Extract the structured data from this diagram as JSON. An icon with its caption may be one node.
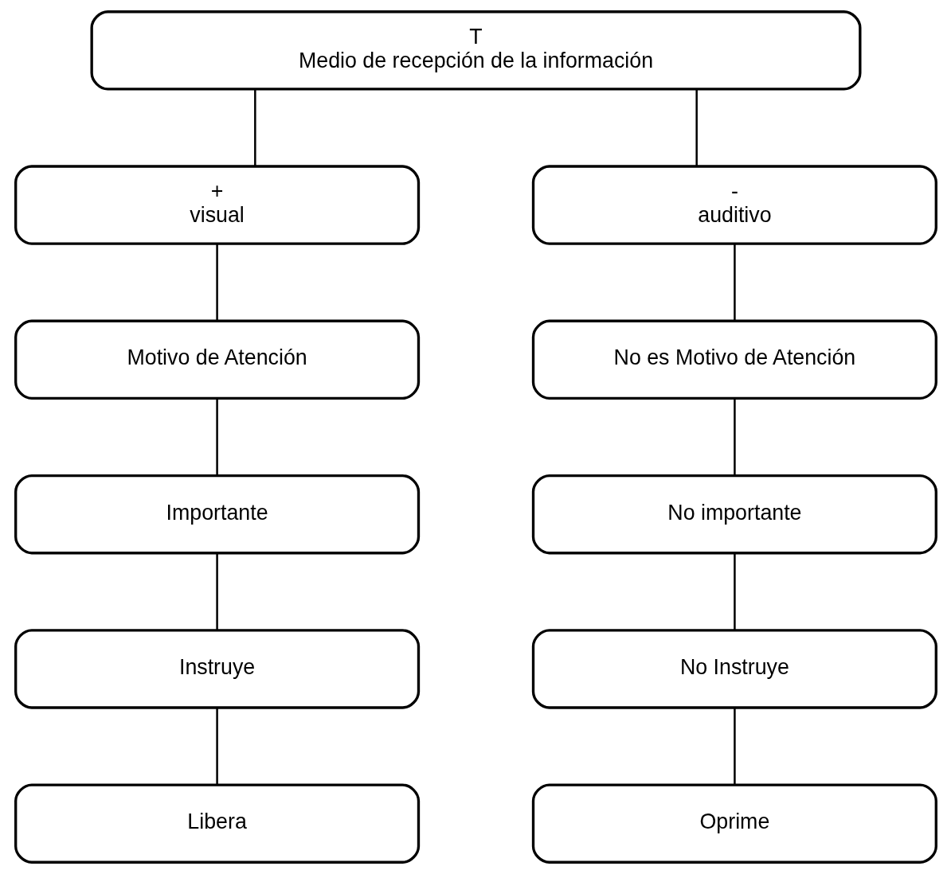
{
  "diagram": {
    "nodes": [
      {
        "text": [
          "T",
          "Medio de recepción de la información"
        ]
      },
      {
        "text": [
          "+",
          "visual"
        ]
      },
      {
        "text": [
          "-",
          "auditivo"
        ]
      },
      {
        "text": [
          "Motivo de Atención"
        ]
      },
      {
        "text": [
          "No es Motivo de Atención"
        ]
      },
      {
        "text": [
          "Importante"
        ]
      },
      {
        "text": [
          "No importante"
        ]
      },
      {
        "text": [
          "Instruye"
        ]
      },
      {
        "text": [
          "No Instruye"
        ]
      },
      {
        "text": [
          "Libera"
        ]
      },
      {
        "text": [
          "Oprime"
        ]
      }
    ],
    "edges": [
      {
        "from": 0,
        "to": 1,
        "arrow": "none"
      },
      {
        "from": 0,
        "to": 2,
        "arrow": "none"
      },
      {
        "from": 1,
        "to": 3,
        "arrow": "none"
      },
      {
        "from": 2,
        "to": 4,
        "arrow": "none"
      },
      {
        "from": 3,
        "to": 5,
        "arrow": "none"
      },
      {
        "from": 4,
        "to": 6,
        "arrow": "none"
      },
      {
        "from": 5,
        "to": 7,
        "arrow": "none"
      },
      {
        "from": 6,
        "to": 8,
        "arrow": "none"
      },
      {
        "from": 7,
        "to": 9,
        "arrow": "none"
      },
      {
        "from": 8,
        "to": 10,
        "arrow": "none"
      }
    ]
  }
}
